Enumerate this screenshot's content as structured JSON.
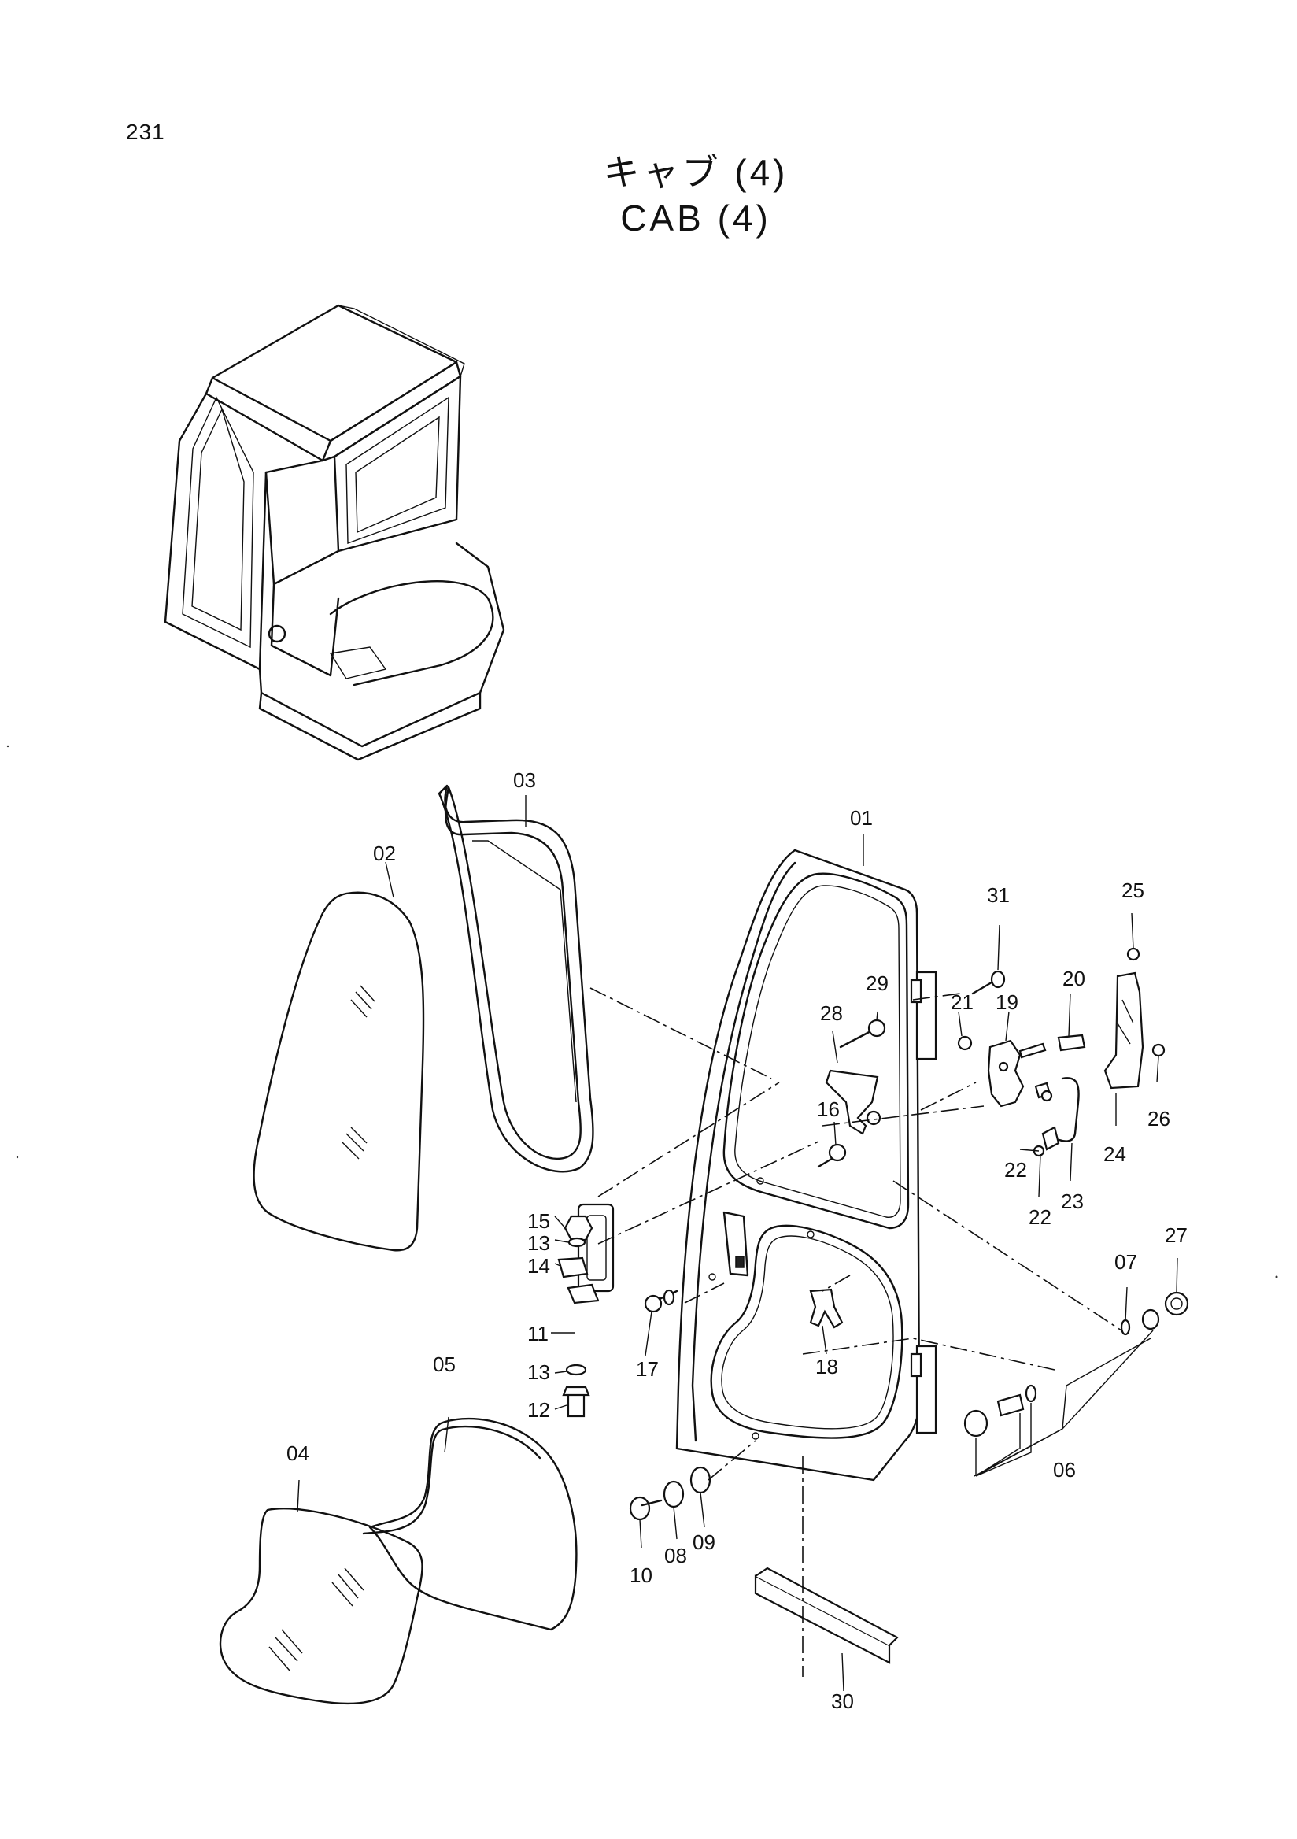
{
  "page": {
    "number": "231",
    "title_jp": "キャブ (4)",
    "title_en": "CAB (4)"
  },
  "callouts": {
    "c01": "01",
    "c02": "02",
    "c03": "03",
    "c04": "04",
    "c05": "05",
    "c06": "06",
    "c07": "07",
    "c08": "08",
    "c09": "09",
    "c10": "10",
    "c11": "11",
    "c12": "12",
    "c13a": "13",
    "c13b": "13",
    "c14": "14",
    "c15": "15",
    "c16": "16",
    "c17": "17",
    "c18": "18",
    "c19": "19",
    "c20": "20",
    "c21": "21",
    "c22a": "22",
    "c22b": "22",
    "c23": "23",
    "c24": "24",
    "c25": "25",
    "c26": "26",
    "c27": "27",
    "c28": "28",
    "c29": "29",
    "c30": "30",
    "c31": "31"
  }
}
